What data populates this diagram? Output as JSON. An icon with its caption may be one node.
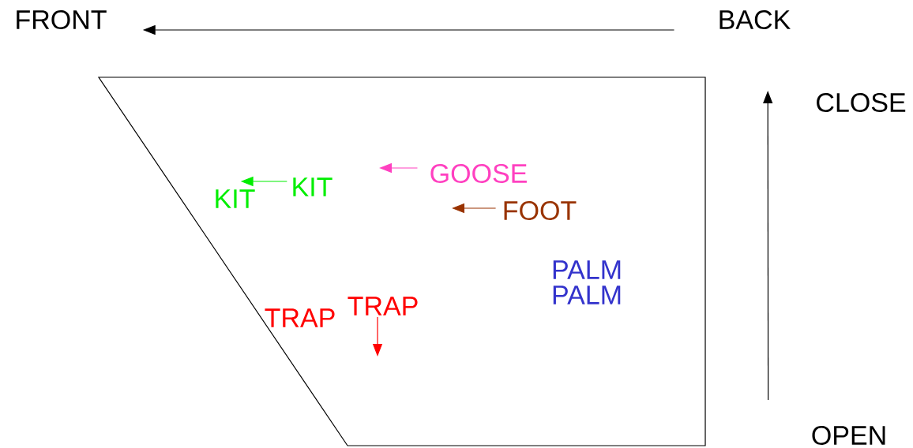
{
  "diagram": {
    "nodes": [
      {
        "text": [
          "FRONT"
        ]
      },
      {
        "text": [
          "BACK"
        ]
      },
      {
        "text": [
          "CLOSE"
        ]
      },
      {
        "text": [
          "OPEN"
        ]
      },
      {
        "text": [
          "KIT"
        ]
      },
      {
        "text": [
          "KIT"
        ]
      },
      {
        "text": [
          "GOOSE"
        ]
      },
      {
        "text": [
          "FOOT"
        ]
      },
      {
        "text": [
          "TRAP"
        ]
      }
    ],
    "edges": [
      {
        "from": 1,
        "to": 0,
        "arrow": "to"
      },
      {
        "from": 3,
        "to": 2,
        "arrow": "to"
      },
      {
        "from": 4,
        "to": 5,
        "arrow": "to",
        "color": "#00ee00"
      },
      {
        "from": 6,
        "to": null,
        "arrow": "to",
        "color": "#ff40c0"
      },
      {
        "from": 7,
        "to": null,
        "arrow": "to",
        "color": "#993300"
      },
      {
        "from": 8,
        "to": null,
        "arrow": "to",
        "color": "#ff0000"
      }
    ],
    "labels": [
      "PALM",
      "PALM",
      "TRAP"
    ]
  }
}
